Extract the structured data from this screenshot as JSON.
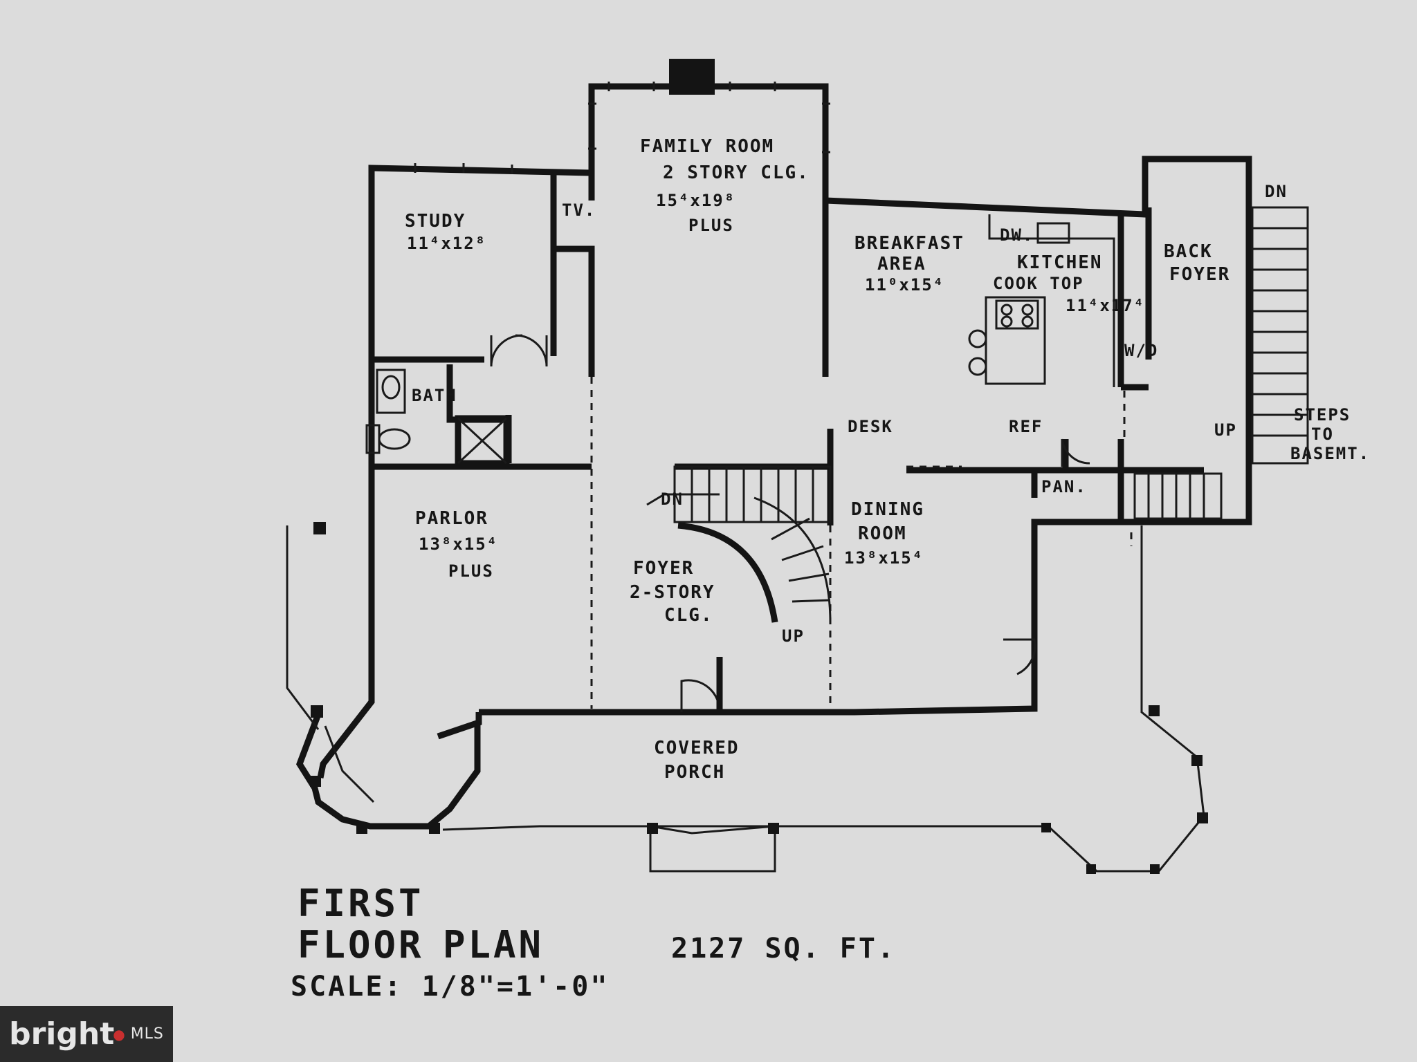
{
  "rooms": {
    "family": {
      "name_l1": "FAMILY ROOM",
      "name_l2": "2 STORY CLG.",
      "dims": "15⁴x19⁸",
      "extra": "PLUS"
    },
    "study": {
      "name": "STUDY",
      "dims": "11⁴x12⁸"
    },
    "tv": "TV.",
    "breakfast": {
      "name_l1": "BREAKFAST",
      "name_l2": "AREA",
      "dims": "11⁰x15⁴"
    },
    "kitchen": {
      "name": "KITCHEN",
      "cooktop": "COOK TOP",
      "dims": "11⁴x17⁴"
    },
    "dw": "DW.",
    "back_foyer": {
      "name_l1": "BACK",
      "name_l2": "FOYER"
    },
    "dn_top": "DN",
    "bath": "BATH",
    "desk": "DESK",
    "ref": "REF",
    "wd": "W/D",
    "up": "UP",
    "steps": {
      "l1": "STEPS",
      "l2": "TO",
      "l3": "BASEMT."
    },
    "parlor": {
      "name": "PARLOR",
      "dims": "13⁸x15⁴",
      "extra": "PLUS"
    },
    "dn_stair": "DN",
    "dining": {
      "name_l1": "DINING",
      "name_l2": "ROOM",
      "dims": "13⁸x15⁴"
    },
    "pan": "PAN.",
    "foyer": {
      "name_l1": "FOYER",
      "name_l2": "2-STORY",
      "name_l3": "CLG."
    },
    "up_stair": "UP",
    "porch": {
      "name_l1": "COVERED",
      "name_l2": "PORCH"
    }
  },
  "title": {
    "l1": "FIRST",
    "l2": "FLOOR",
    "l3": "PLAN"
  },
  "area": "2127 SQ. FT.",
  "scale": "SCALE: 1/8\"=1'-0\"",
  "logo": {
    "brand": "bright",
    "suffix": "MLS"
  },
  "colors": {
    "paper": "#dcdcdc",
    "ink": "#141414",
    "logo_bg": "#2b2b2b",
    "logo_dot": "#c82f2f"
  }
}
